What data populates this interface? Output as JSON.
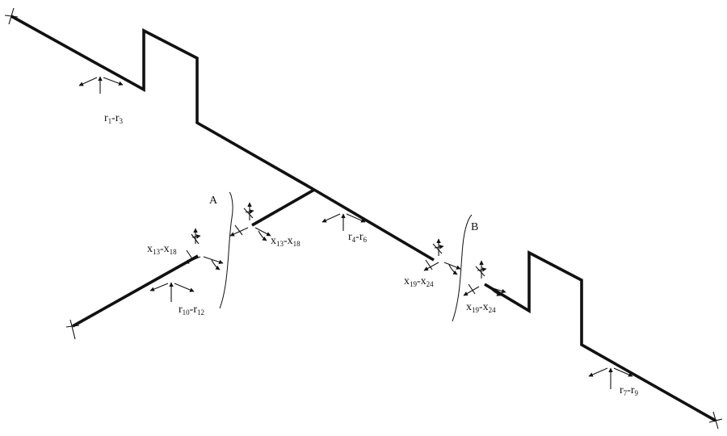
{
  "colors": {
    "line": "#111111",
    "background": "#ffffff"
  },
  "labels": {
    "r1_r3": {
      "a": "r",
      "a_sub": "1",
      "dash": "-",
      "b": "r",
      "b_sub": "3"
    },
    "r4_r6": {
      "a": "r",
      "a_sub": "4",
      "dash": "-",
      "b": "r",
      "b_sub": "6"
    },
    "r7_r9": {
      "a": "r",
      "a_sub": "7",
      "dash": "-",
      "b": "r",
      "b_sub": "9"
    },
    "r10_r12": {
      "a": "r",
      "a_sub": "10",
      "dash": "-",
      "b": "r",
      "b_sub": "12"
    },
    "x13_x18_left": {
      "a": "x",
      "a_sub": "13",
      "dash": "-",
      "b": "x",
      "b_sub": "18"
    },
    "x13_x18_right": {
      "a": "x",
      "a_sub": "13",
      "dash": "-",
      "b": "x",
      "b_sub": "18"
    },
    "x19_x24_left": {
      "a": "x",
      "a_sub": "19",
      "dash": "-",
      "b": "x",
      "b_sub": "24"
    },
    "x19_x24_right": {
      "a": "x",
      "a_sub": "19",
      "dash": "-",
      "b": "x",
      "b_sub": "24"
    },
    "cut_a": "A",
    "cut_b": "B"
  }
}
